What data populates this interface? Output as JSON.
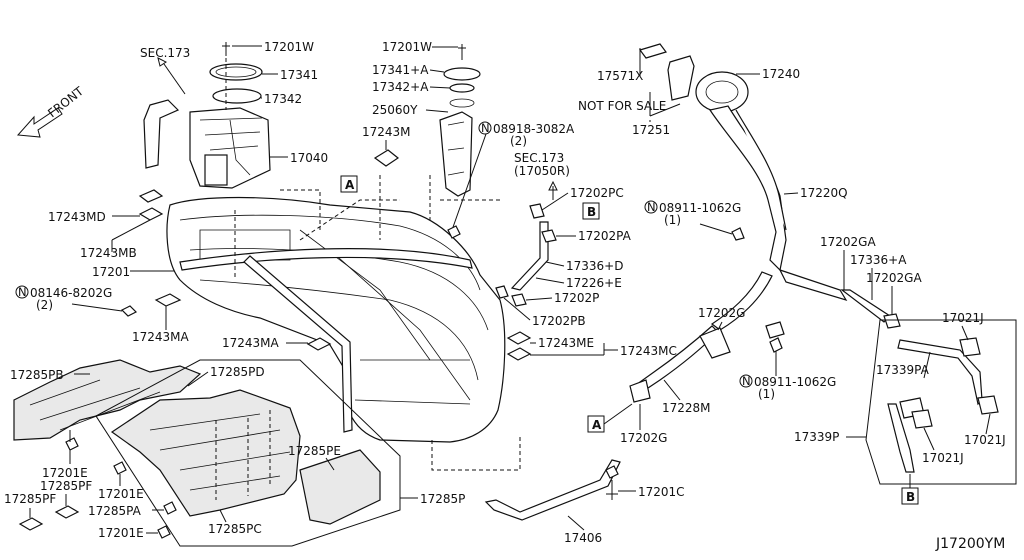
{
  "diagram": {
    "code": "J17200YM",
    "front_label": "FRONT",
    "sec173": "SEC.173",
    "sec173b": "SEC.173",
    "sec173b_sub": "(17050R)",
    "not_for_sale": "NOT FOR SALE",
    "parts": {
      "p17201W_a": "17201W",
      "p17341": "17341",
      "p17342": "17342",
      "p17040": "17040",
      "p17243M": "17243M",
      "p17243MD": "17243MD",
      "p17243MB": "17243MB",
      "p17201": "17201",
      "p08146": "08146-8202G",
      "p08146_qty": "(2)",
      "p17243MA_a": "17243MA",
      "p17243MA_b": "17243MA",
      "p17201W_b": "17201W",
      "p17341A": "17341+A",
      "p17342A": "17342+A",
      "p25060Y": "25060Y",
      "p08918": "08918-3082A",
      "p08918_qty": "(2)",
      "p17202PC": "17202PC",
      "p17202PA": "17202PA",
      "p17336D": "17336+D",
      "p17226E": "17226+E",
      "p17202P": "17202P",
      "p17202PB": "17202PB",
      "p17243ME": "17243ME",
      "p17243MC": "17243MC",
      "p17571X": "17571X",
      "p17251": "17251",
      "p17240": "17240",
      "p17220Q": "17220Q",
      "p08911_a": "08911-1062G",
      "p08911_a_qty": "(1)",
      "p17202GA_a": "17202GA",
      "p17336A": "17336+A",
      "p17202GA_b": "17202GA",
      "p17202G_a": "17202G",
      "p08911_b": "08911-1062G",
      "p08911_b_qty": "(1)",
      "p17228M": "17228M",
      "p17202G_b": "17202G",
      "p17201C": "17201C",
      "p17406": "17406",
      "p17285PB": "17285PB",
      "p17285PD": "17285PD",
      "p17201E_a": "17201E",
      "p17285PF_a": "17285PF",
      "p17201E_b": "17201E",
      "p17285PF_b": "17285PF",
      "p17285PA": "17285PA",
      "p17201E_c": "17201E",
      "p17285PC": "17285PC",
      "p17285PE": "17285PE",
      "p17285P": "17285P",
      "p17021J_a": "17021J",
      "p17339PA": "17339PA",
      "p17339P": "17339P",
      "p17021J_b": "17021J",
      "p17021J_c": "17021J"
    },
    "markers": {
      "A_top": "A",
      "A_bottom": "A",
      "B_top": "B",
      "B_bottom": "B",
      "N1": "N",
      "N2": "N",
      "N3": "N",
      "N4": "N"
    }
  }
}
